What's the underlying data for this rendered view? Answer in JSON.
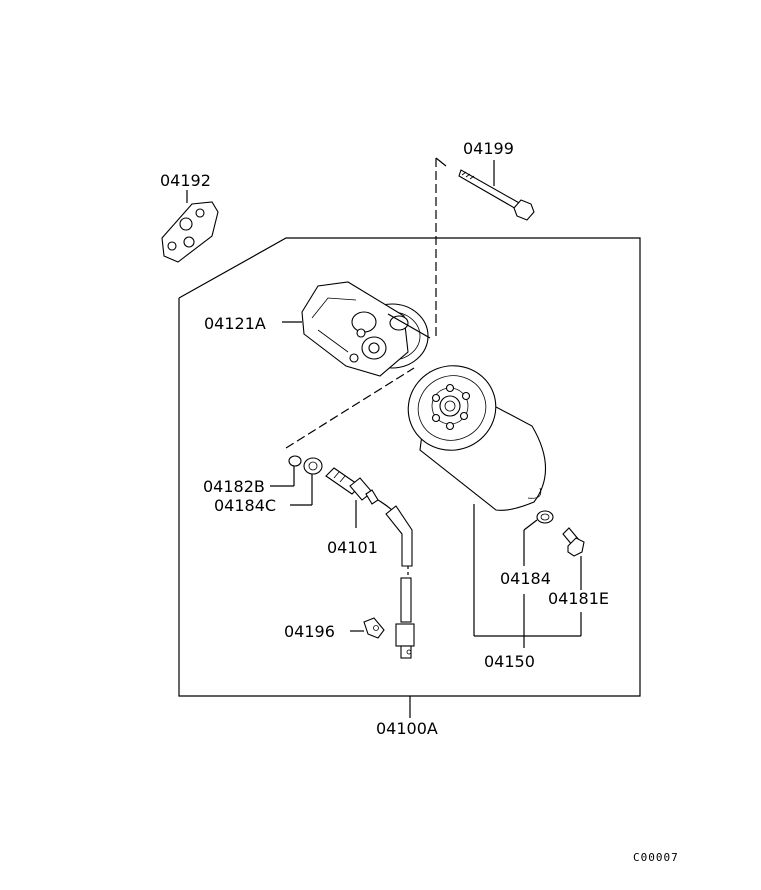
{
  "labels": {
    "p04199": "04199",
    "p04192": "04192",
    "p04121A": "04121A",
    "p04182B": "04182B",
    "p04184C": "04184C",
    "p04101": "04101",
    "p04196": "04196",
    "p04184": "04184",
    "p04181E": "04181E",
    "p04150": "04150",
    "p04100A": "04100A"
  },
  "page_code": "C00007"
}
